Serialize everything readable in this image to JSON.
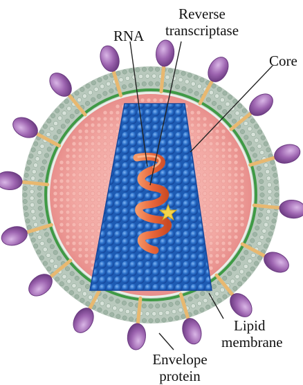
{
  "labels": {
    "rna": "RNA",
    "reverse_transcriptase": [
      "Reverse",
      "transcriptase"
    ],
    "core": "Core",
    "lipid_membrane": [
      "Lipid",
      "membrane"
    ],
    "envelope_protein": [
      "Envelope",
      "protein"
    ]
  },
  "colors": {
    "envelope_protein": "#9d64b0",
    "envelope_protein_dark": "#6a3a80",
    "lipid_heads": "#9fb5a6",
    "lipid_green": "#3f9a45",
    "matrix_pink": "#f2a7a2",
    "capsid_blue": "#2a6fc9",
    "capsid_blue_dark": "#14469b",
    "rna_orange": "#e8663a",
    "stalk_tan": "#e8b870",
    "enzyme_yellow": "#f3d44a"
  }
}
